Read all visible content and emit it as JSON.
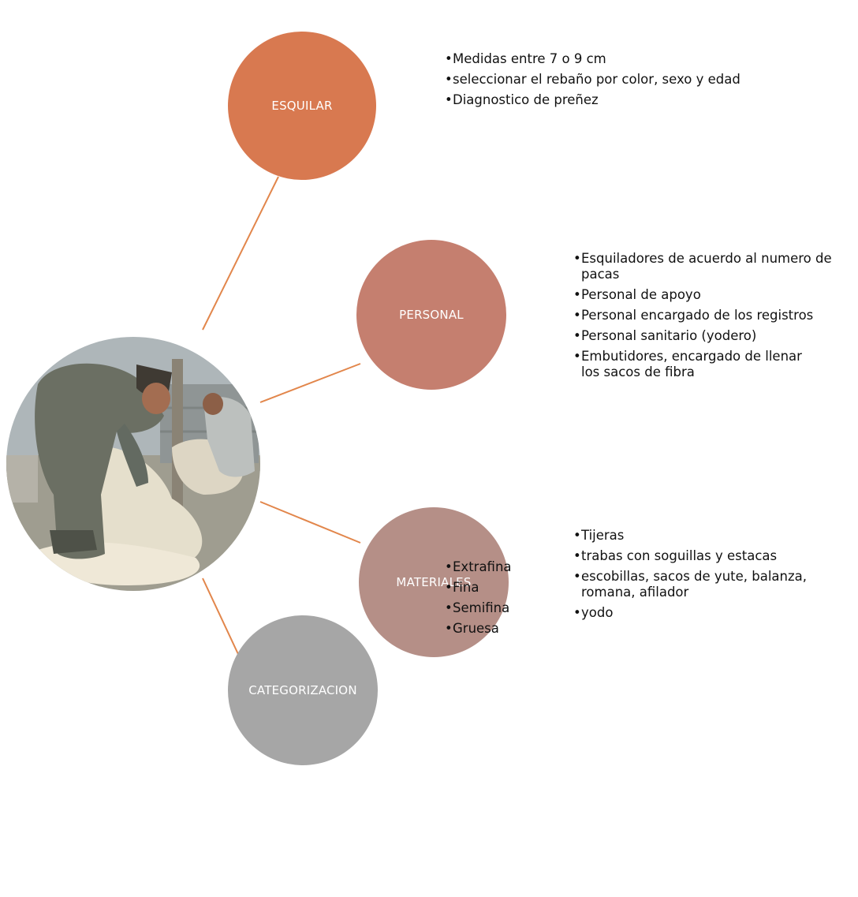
{
  "colors": {
    "esquilar": "#d87950",
    "personal": "#c57f6f",
    "materiales": "#b58f87",
    "categorizacion": "#a6a6a6",
    "connector": "#e2864b"
  },
  "photo": {
    "icon": "sheep-shearing-photo"
  },
  "nodes": [
    {
      "id": "esquilar",
      "label": "ESQUILAR",
      "items": [
        "Medidas entre 7 o 9 cm",
        "seleccionar el rebaño por color, sexo y edad",
        "Diagnostico de preñez"
      ]
    },
    {
      "id": "personal",
      "label": "PERSONAL",
      "items": [
        "Esquiladores de acuerdo al numero de pacas",
        "Personal de apoyo",
        "Personal encargado de los registros",
        "Personal sanitario (yodero)",
        "Embutidores, encargado de llenar los sacos de fibra"
      ]
    },
    {
      "id": "materiales",
      "label": "MATERIALES",
      "items": [
        "Tijeras",
        "trabas con soguillas y estacas",
        "escobillas, sacos de yute, balanza, romana, afilador",
        "yodo"
      ]
    },
    {
      "id": "categorizacion",
      "label": "CATEGORIZACION",
      "items": [
        "Extrafina",
        "Fina",
        "Semifina",
        "Gruesa"
      ]
    }
  ]
}
